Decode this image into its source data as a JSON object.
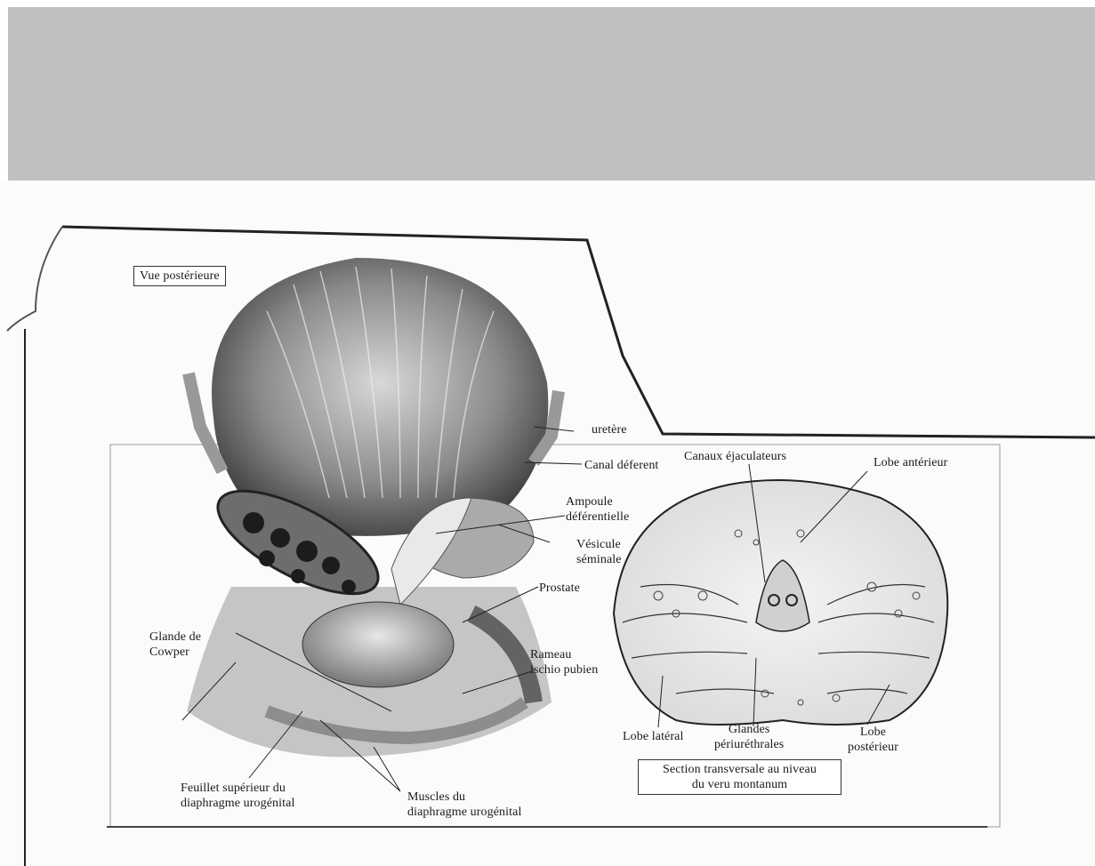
{
  "figure": {
    "view_title": "Vue postérieure",
    "section_title": "Section transversale au niveau\ndu veru montanum",
    "labels": {
      "uretere": "uretère",
      "canal_deferent": "Canal déferent",
      "ampoule": "Ampoule\ndéférentielle",
      "vesicule": "Vésicule\nséminale",
      "prostate": "Prostate",
      "rameau": "Rameau\nischio pubien",
      "glande_cowper": "Glande de\nCowper",
      "feuillet": "Feuillet supérieur du\ndiaphragme urogénital",
      "muscles": "Muscles du\ndiaphragme urogénital",
      "canaux_ejaculateurs": "Canaux éjaculateurs",
      "lobe_anterieur": "Lobe antérieur",
      "lobe_lateral": "Lobe latéral",
      "glandes_periurethrales": "Glandes\npériuréthrales",
      "lobe_posterieur": "Lobe\npostérieur"
    }
  },
  "colors": {
    "scan_bar": "#c0c0c0",
    "paper": "#fbfbfa",
    "ink": "#1a1a1a"
  }
}
